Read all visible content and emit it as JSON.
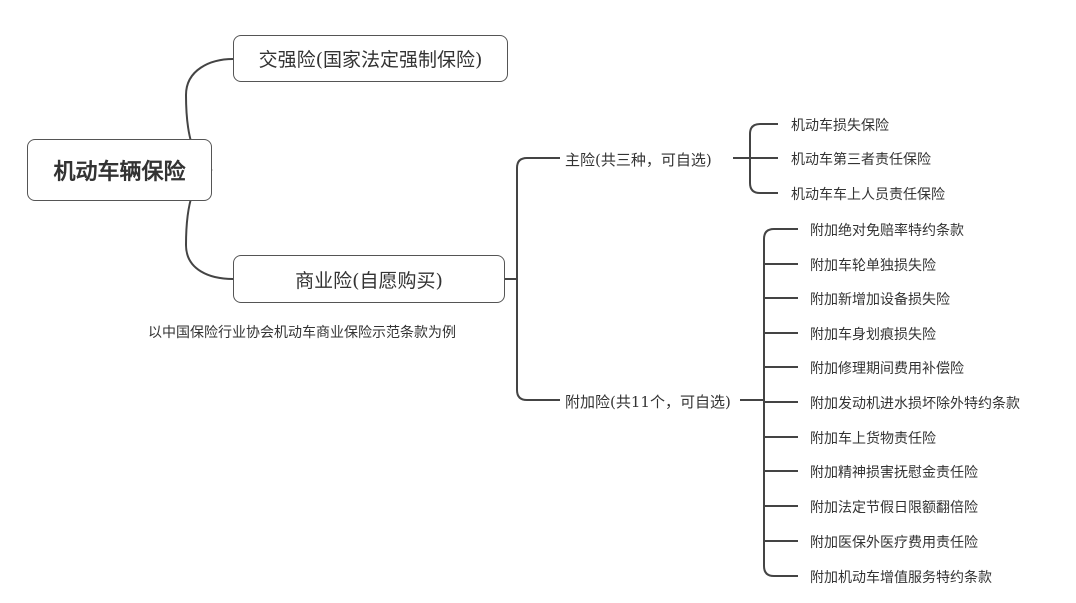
{
  "root": {
    "label": "机动车辆保险"
  },
  "compulsory": {
    "label": "交强险(国家法定强制保险)"
  },
  "commercial": {
    "label": "商业险(自愿购买)",
    "note": "以中国保险行业协会机动车商业保险示范条款为例",
    "main": {
      "label": "主险(共三种，可自选)",
      "items": [
        "机动车损失保险",
        "机动车第三者责任保险",
        "机动车车上人员责任保险"
      ]
    },
    "additional": {
      "label": "附加险(共11个，可自选)",
      "items": [
        "附加绝对免赔率特约条款",
        "附加车轮单独损失险",
        "附加新增加设备损失险",
        "附加车身划痕损失险",
        "附加修理期间费用补偿险",
        "附加发动机进水损坏除外特约条款",
        "附加车上货物责任险",
        "附加精神损害抚慰金责任险",
        "附加法定节假日限额翻倍险",
        "附加医保外医疗费用责任险",
        "附加机动车增值服务特约条款"
      ]
    }
  }
}
